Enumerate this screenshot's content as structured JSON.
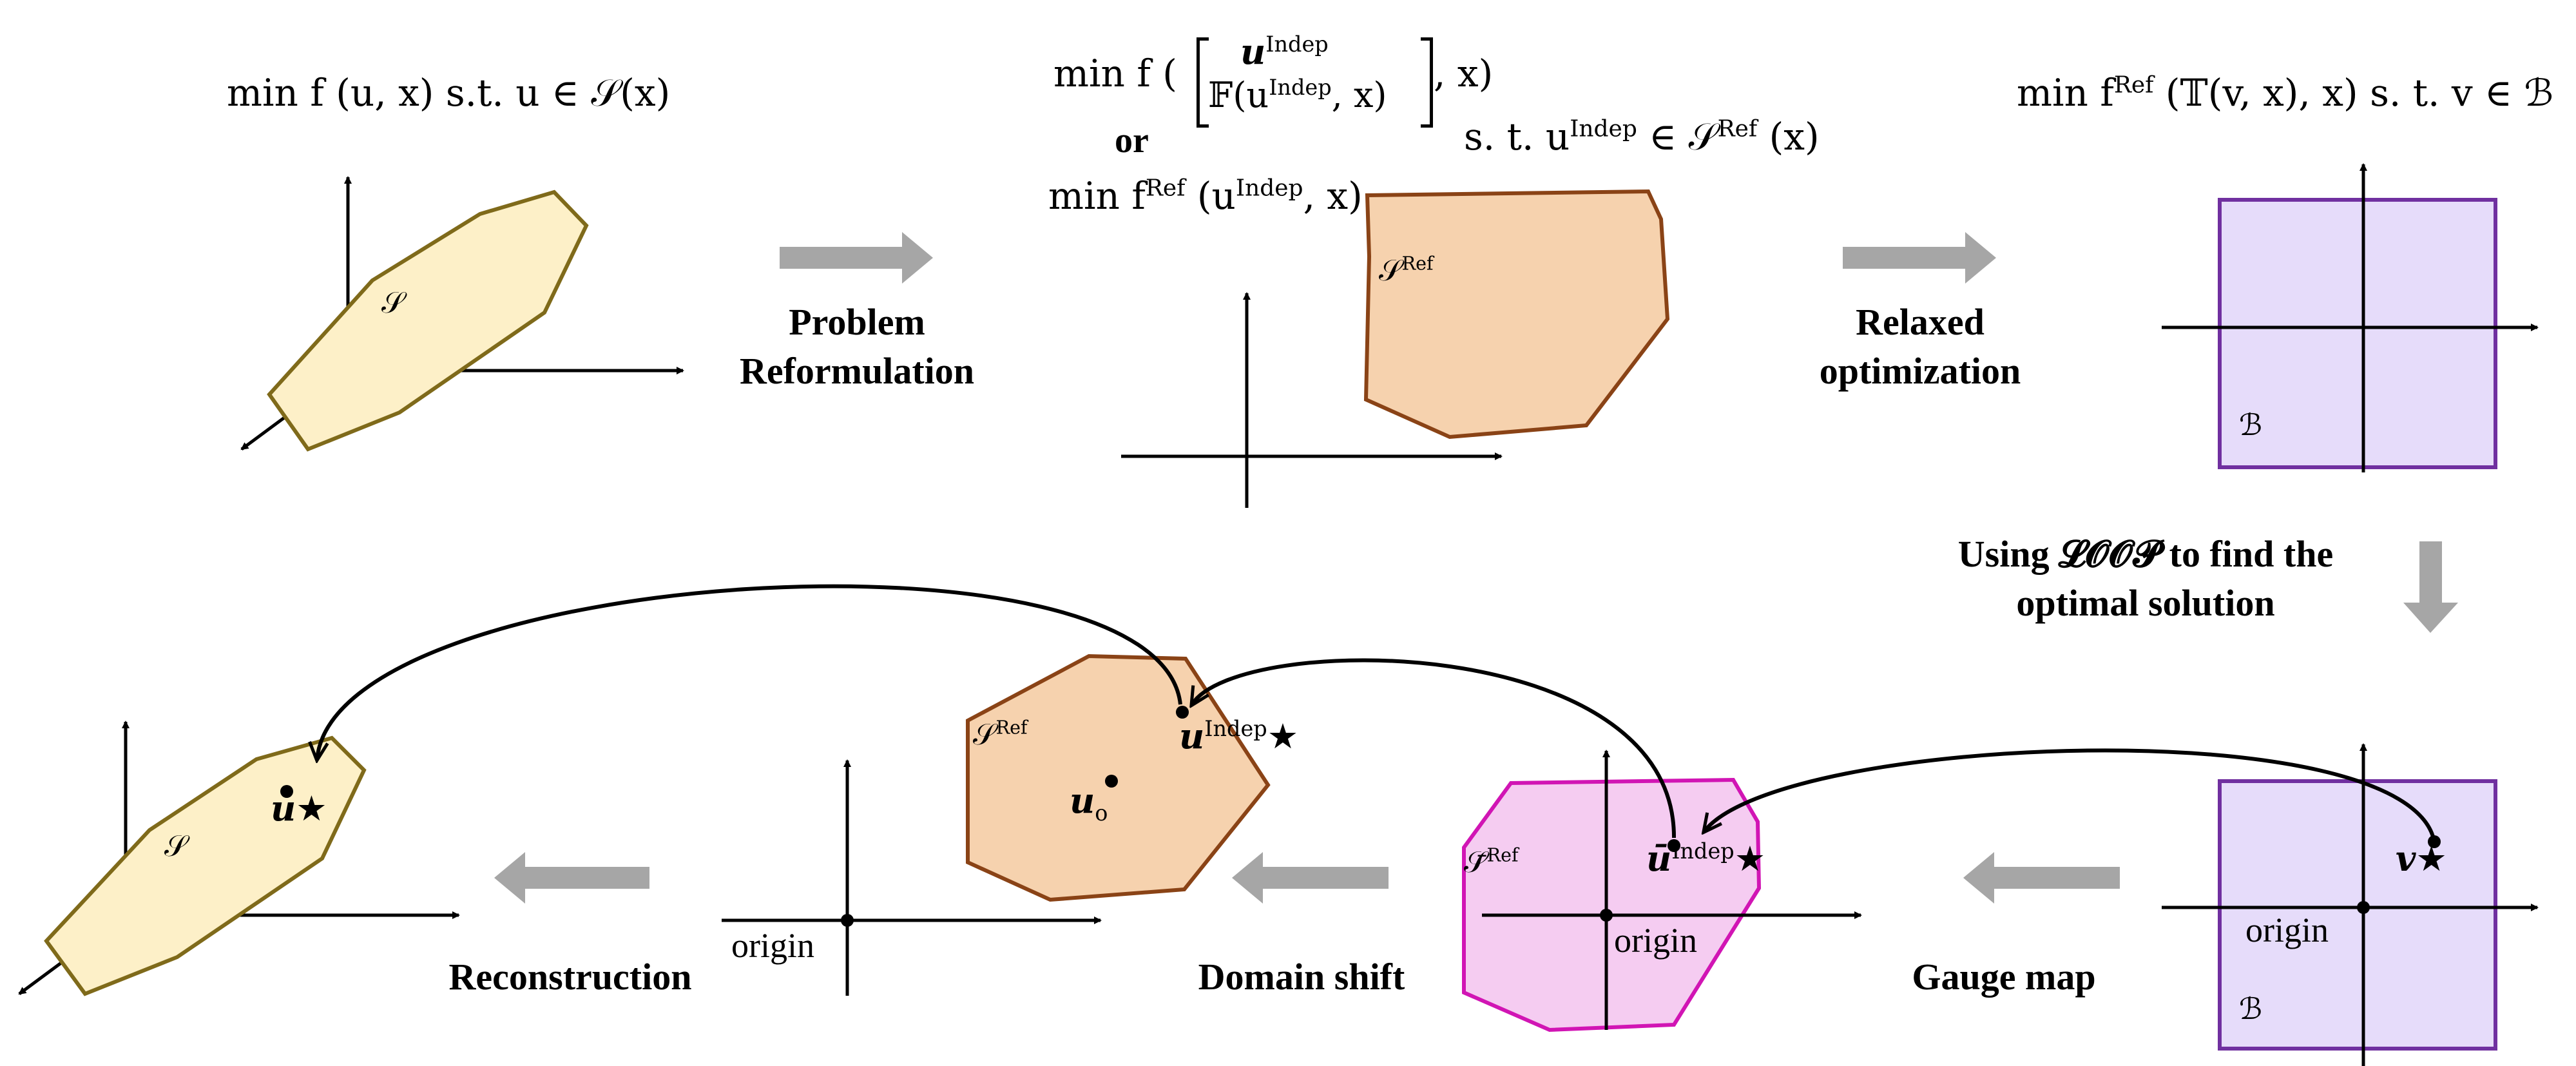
{
  "top": {
    "formula_original": "min f (u, x) s.t. u ∈ 𝒮(x)",
    "formula_reformulated": {
      "line1_a": "min f (",
      "bracket_top": "u",
      "bracket_top_sup": "Indep",
      "bracket_bottom": "𝔽(u",
      "bracket_bottom_sup": "Indep",
      "bracket_bottom_tail": ", x)",
      "line1_b": ", x)",
      "or": "or",
      "line3": "min f",
      "line3_sup": "Ref",
      "line3_tail": "(u",
      "line3_tail_sup": "Indep",
      "line3_end": ", x)"
    },
    "constraint_ref": {
      "prefix": "s. t. u",
      "sup": "Indep",
      "mid": " ∈ 𝒮",
      "sup2": "Ref",
      "end": " (x)"
    },
    "formula_relaxed": {
      "prefix": "min f",
      "sup": "Ref",
      "tail": " (𝕋(v, x), x) s. t. v ∈ ℬ"
    }
  },
  "steps": {
    "problem_reformulation": [
      "Problem",
      "Reformulation"
    ],
    "relaxed_optimization": [
      "Relaxed",
      "optimization"
    ],
    "using_loop": [
      "Using 𝓛𝓞𝓞𝓟 to find the",
      "optimal solution"
    ],
    "gauge_map": "Gauge map",
    "domain_shift": "Domain shift",
    "reconstruction": "Reconstruction"
  },
  "sets": {
    "S": "𝒮",
    "S_ref": "𝒮",
    "S_ref_sup": "Ref",
    "S_bar": "𝒮̄",
    "S_bar_sup": "Ref",
    "B": "ℬ"
  },
  "points": {
    "u_star": "u",
    "u_indep_star": "u",
    "u_indep_sup": "Indep",
    "u_o": "u",
    "u_o_sub": "o",
    "u_bar_indep_star": "ū",
    "u_bar_sup": "Indep",
    "v_star": "v",
    "star": "★"
  },
  "origin_label": "origin",
  "colors": {
    "S_fill": "#fdf0c8",
    "S_stroke": "#7f6a1a",
    "S_ref_fill": "#f6d2ae",
    "S_ref_stroke": "#8a4316",
    "S_bar_fill": "#f5ccf1",
    "S_bar_stroke": "#d115b4",
    "B_fill": "#e6dcfa",
    "B_stroke": "#7030a0",
    "step_arrow": "#a6a6a6"
  }
}
